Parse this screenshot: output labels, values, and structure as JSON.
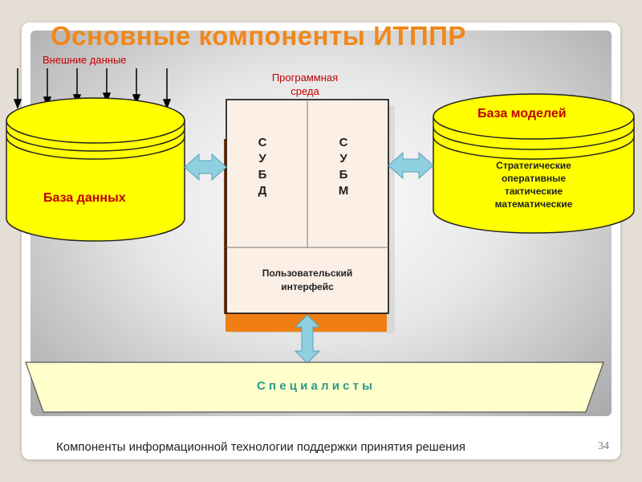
{
  "title": "Основные компоненты ИТППР",
  "external_data": "Внешние данные",
  "software_env": [
    "Программная",
    "среда"
  ],
  "database": "База   данных",
  "model_base": {
    "title": "База  моделей",
    "items": [
      "Стратегические",
      "оперативные",
      "тактические",
      "математические"
    ]
  },
  "dbms": [
    "С",
    "У",
    "Б",
    "Д"
  ],
  "mbms": [
    "С",
    "У",
    "Б",
    "М"
  ],
  "user_interface": [
    "Пользовательский",
    "интерфейс"
  ],
  "specialists": "С п е ц и а л и с т ы",
  "footer": "Компоненты информационной технологии поддержки принятия решения",
  "page_number": "34"
}
